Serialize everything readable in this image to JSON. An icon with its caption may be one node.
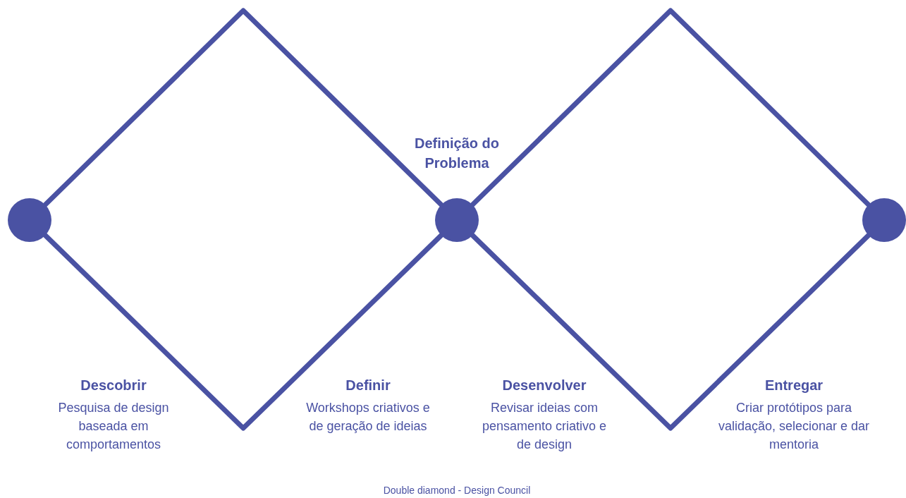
{
  "diagram": {
    "caption": "Double diamond - Design Council",
    "nodes": [
      {
        "text": [],
        "shape": "circle"
      },
      {
        "text": [],
        "shape": "circle"
      },
      {
        "text": [],
        "shape": "circle"
      }
    ],
    "edges": [
      {
        "from": 0,
        "to": 1,
        "arrow": "none"
      },
      {
        "from": 0,
        "to": 1,
        "arrow": "none"
      },
      {
        "from": 1,
        "to": 2,
        "arrow": "none"
      },
      {
        "from": 1,
        "to": 2,
        "arrow": "none"
      }
    ],
    "labels": [
      "Definição do Problema",
      "Descobrir",
      "Pesquisa de design baseada em comportamentos",
      "Definir",
      "Workshops criativos e de geração de ideias",
      "Desenvolver",
      "Revisar ideias com pensamento criativo e de design",
      "Entregar",
      "Criar protótipos para validação, selecionar e dar mentoria"
    ]
  }
}
